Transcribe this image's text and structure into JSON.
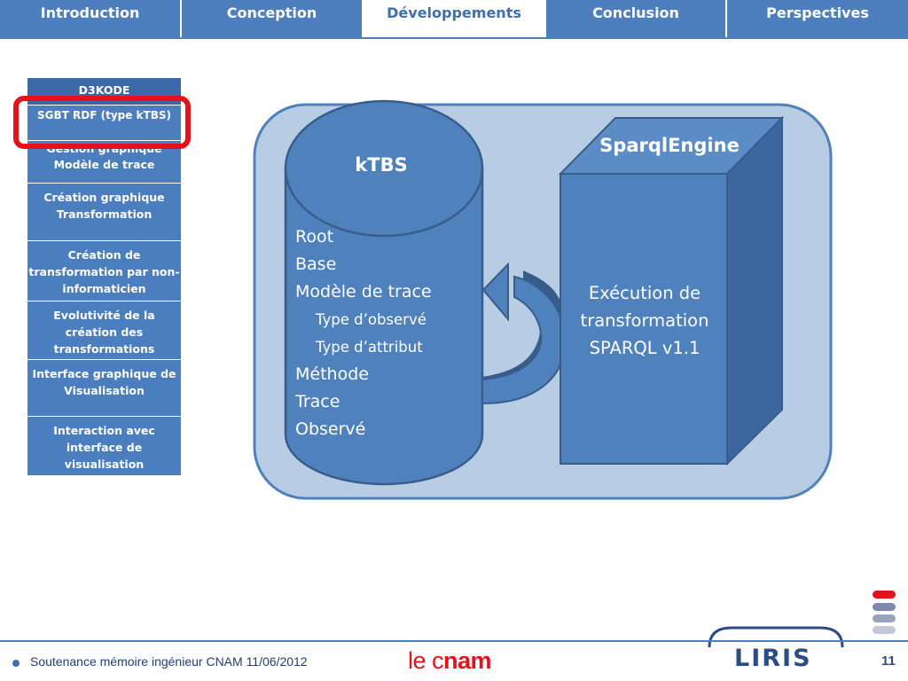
{
  "nav": {
    "tabs": [
      {
        "label": "Introduction"
      },
      {
        "label": "Conception"
      },
      {
        "label": "Développements"
      },
      {
        "label": "Conclusion"
      },
      {
        "label": "Perspectives"
      }
    ],
    "active": "Développements"
  },
  "side_menu": {
    "header": "D3KODE",
    "items": [
      {
        "label": "SGBT RDF (type kTBS)"
      },
      {
        "label": "Gestion graphique Modèle de trace"
      },
      {
        "label": "Création graphique Transformation"
      },
      {
        "label": "Création de transformation par non-informaticien"
      },
      {
        "label": "Evolutivité de la création des transformations"
      },
      {
        "label": "Interface graphique de Visualisation"
      },
      {
        "label": "Interaction avec interface de visualisation"
      }
    ]
  },
  "diagram": {
    "ktbs": {
      "title": "kTBS",
      "items": [
        "Root",
        "Base",
        "Modèle de trace",
        "Type d’observé",
        "Type d’attribut",
        "Méthode",
        "Trace",
        "Observé"
      ]
    },
    "sparql": {
      "title": "SparqlEngine",
      "body_line1": "Exécution de",
      "body_line2": "transformation",
      "body_line3": "SPARQL v1.1"
    }
  },
  "footer": {
    "text": "Soutenance mémoire ingénieur CNAM 11/06/2012",
    "cnam_light": "le c",
    "cnam_bold": "nam",
    "liris": "LIRIS",
    "page_number": "11"
  },
  "colors": {
    "tab_bg": "#4d7fbf",
    "menu_header": "#3d68a7",
    "highlight": "#e5121b",
    "diagram_bg": "#b8cce4",
    "shape_fill": "#4f81bd",
    "shape_dark": "#385d8a"
  }
}
